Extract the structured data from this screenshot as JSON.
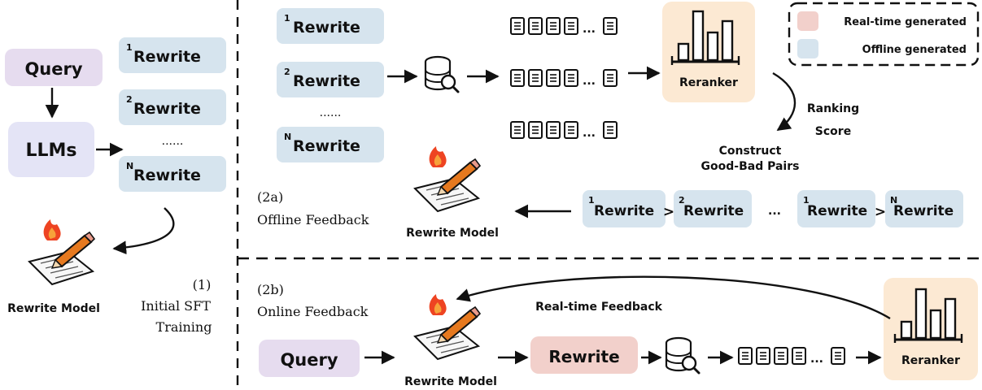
{
  "legend": {
    "realtime": "Real-time generated",
    "offline": "Offline generated",
    "realtime_color": "#f2d0cb",
    "offline_color": "#d6e4ee"
  },
  "colors": {
    "query": "#e6dcef",
    "llms": "#e4e4f6",
    "rewrite": "#d6e4ee",
    "rewrite_online": "#f2d0cb",
    "reranker": "#fce9d3",
    "fire": "#ee4422",
    "pencil": "#e6791f"
  },
  "stage1": {
    "query": "Query",
    "llms": "LLMs",
    "rewrite_label": "Rewrite",
    "sup": [
      "1",
      "2",
      "N"
    ],
    "dots": "......",
    "model": "Rewrite Model",
    "step": "(1)",
    "caption_line1": "Initial SFT",
    "caption_line2": "Training"
  },
  "stage2a": {
    "rewrite_label": "Rewrite",
    "sup": [
      "1",
      "2",
      "N"
    ],
    "dots": "......",
    "doc_dots": "...",
    "reranker": "Reranker",
    "ranking_line1": "Ranking",
    "ranking_line2": "Score",
    "construct_line1": "Construct",
    "construct_line2": "Good-Bad Pairs",
    "step": "(2a)",
    "step_name": "Offline Feedback",
    "model": "Rewrite Model",
    "pair_sup": [
      "1",
      "2",
      "1",
      "N"
    ],
    "gt": ">",
    "pair_dots": "..."
  },
  "stage2b": {
    "step": "(2b)",
    "step_name": "Online Feedback",
    "query": "Query",
    "model": "Rewrite Model",
    "rewrite": "Rewrite",
    "doc_dots": "...",
    "reranker": "Reranker",
    "feedback": "Real-time Feedback"
  }
}
